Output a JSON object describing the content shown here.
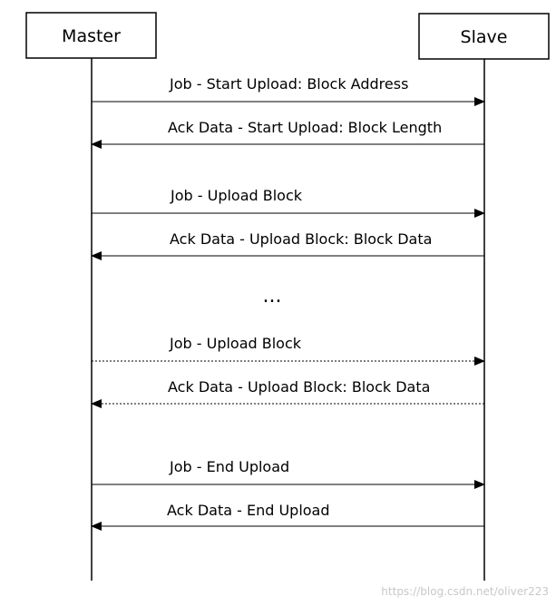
{
  "participants": {
    "left": "Master",
    "right": "Slave"
  },
  "messages": [
    {
      "label": "Job - Start Upload: Block Address",
      "direction": "right",
      "style": "solid"
    },
    {
      "label": "Ack Data - Start Upload: Block Length",
      "direction": "left",
      "style": "solid"
    },
    {
      "label": "Job - Upload Block",
      "direction": "right",
      "style": "solid"
    },
    {
      "label": "Ack Data - Upload Block: Block Data",
      "direction": "left",
      "style": "solid"
    },
    {
      "label": "Job - Upload Block",
      "direction": "right",
      "style": "dotted"
    },
    {
      "label": "Ack Data - Upload Block: Block Data",
      "direction": "left",
      "style": "dotted"
    },
    {
      "label": "Job - End Upload",
      "direction": "right",
      "style": "solid"
    },
    {
      "label": "Ack Data - End Upload",
      "direction": "left",
      "style": "solid"
    }
  ],
  "gap_marker": "...",
  "watermark": "https://blog.csdn.net/oliver223",
  "colors": {
    "line": "#000000",
    "watermark": "#c8c8c8",
    "background": "#ffffff"
  }
}
